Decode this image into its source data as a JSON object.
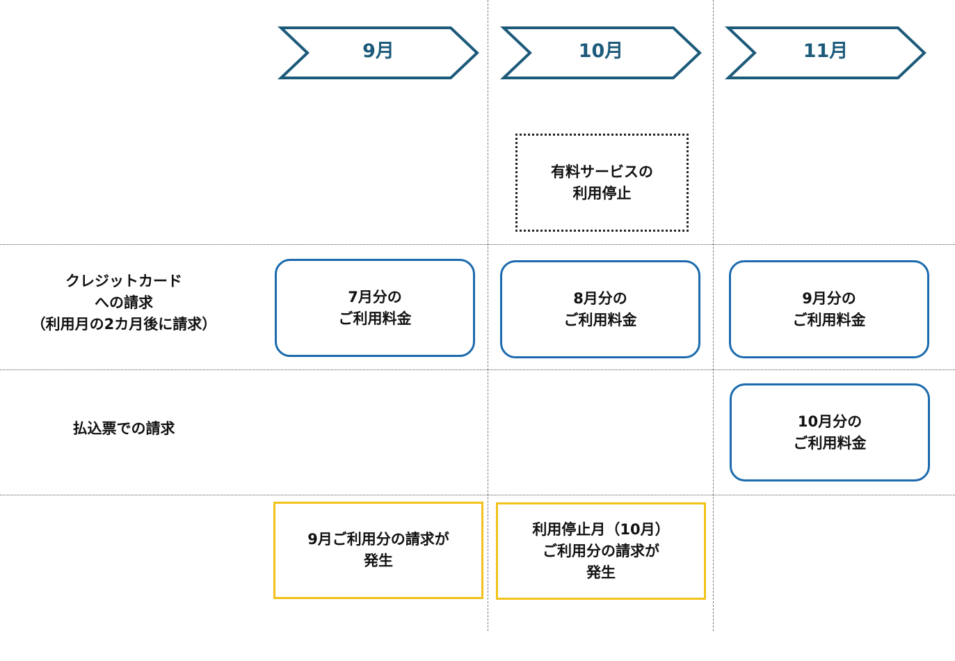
{
  "months": [
    "9月",
    "10月",
    "11月"
  ],
  "row_labels": {
    "credit_card": "クレジットカード\nへの請求\n（利用月の2カ月後に請求）",
    "payment_slip": "払込票での請求"
  },
  "service_stop": "有料サービスの\n利用停止",
  "credit_card_charges": [
    "7月分の\nご利用料金",
    "8月分の\nご利用料金",
    "9月分の\nご利用料金"
  ],
  "payment_slip_charge": "10月分の\nご利用料金",
  "usage_notes": [
    "9月ご利用分の請求が\n発生",
    "利用停止月（10月）\nご利用分の請求が\n発生"
  ],
  "colors": {
    "chevron": "#1c5a7a",
    "charge_box_border": "#1a6aad",
    "usage_note_border": "#f2c11a"
  }
}
